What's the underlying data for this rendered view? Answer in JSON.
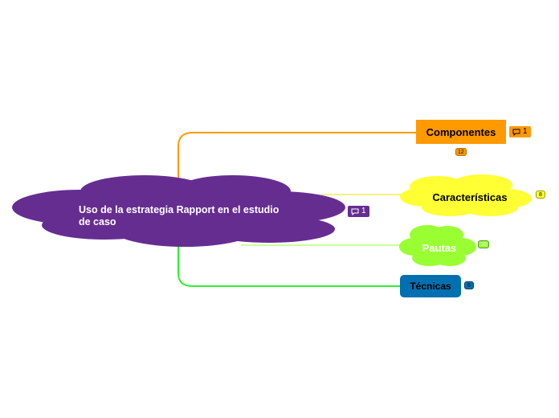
{
  "root": {
    "label": "Uso de la estrategia Rapport en el estudio de caso",
    "note_count": "1",
    "color": "#662d91"
  },
  "branches": [
    {
      "label": "Componentes",
      "color": "#ff9900",
      "count": "12",
      "note_count": "1"
    },
    {
      "label": "Características",
      "color": "#ffff33",
      "count": "8"
    },
    {
      "label": "Pautas",
      "color": "#99ff33",
      "count": "10"
    },
    {
      "label": "Técnicas",
      "color": "#0070b0",
      "count": "6"
    }
  ],
  "icons": {
    "note": "comment-icon"
  }
}
